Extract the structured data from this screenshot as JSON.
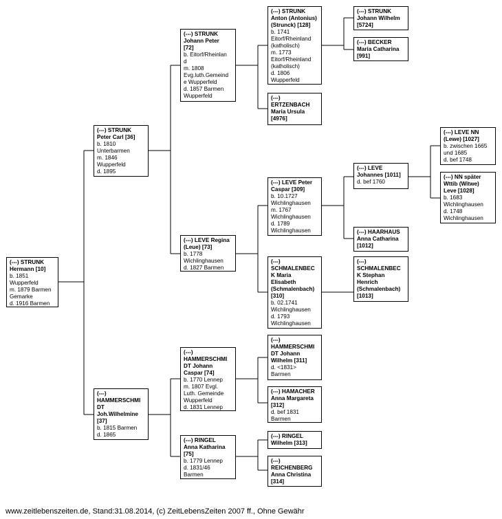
{
  "people": {
    "p1": {
      "name": "(---) STRUNK\nHermann [10]",
      "detail": "b. 1851\nWupperfeld\nm. 1879 Barmen\nGemarke\nd. 1916 Barmen"
    },
    "p2": {
      "name": "(---) STRUNK\nPeter Carl [36]",
      "detail": "b. 1810\nUnterbarmen\nm. 1846\nWupperfeld\nd. 1895"
    },
    "p3": {
      "name": "(---)\nHAMMERSCHMI\nDT\nJoh.Wilhelmine\n[37]",
      "detail": "b. 1815 Barmen\nd. 1865"
    },
    "p4": {
      "name": "(---) STRUNK\nJohann Peter\n[72]",
      "detail": "b.  Eitorf/Rheinlan\nd\nm. 1808\nEvg.luth.Gemeind\ne Wupperfeld\nd. 1857 Barmen\nWupperfeld"
    },
    "p5": {
      "name": "(---) LEVE Regina\n(Leue) [73]",
      "detail": "b. 1778\nWichlinghausen\nd. 1827 Barmen"
    },
    "p6": {
      "name": "(---)\nHAMMERSCHMI\nDT Johann\nCaspar [74]",
      "detail": "b. 1770 Lennep\nm. 1807 Evgl.\nLuth. Gemeinde\nWupperfeld\nd. 1831 Lennep"
    },
    "p7": {
      "name": "(---) RINGEL\nAnna Katharina\n[75]",
      "detail": "b. 1779 Lennep\nd. 1831/46\nBarmen"
    },
    "p8": {
      "name": "(---) STRUNK\nAnton (Antonius)\n(Strunck) [128]",
      "detail": "b. 1741\nEitorf/Rheinland\n(katholisch)\nm. 1773\nEitorf/Rheinland\n(katholisch)\nd. 1806\nWupperfeld"
    },
    "p9": {
      "name": "(---)\nERTZENBACH\nMaria Ursula\n[4976]",
      "detail": ""
    },
    "p10": {
      "name": "(---) LEVE Peter\nCaspar [309]",
      "detail": "b. 10.1727\nWichlinghausen\nm. 1767\nWichlinghausen\nd. 1789\nWichlinghausen"
    },
    "p11": {
      "name": "(---)\nSCHMALENBEC\nK Maria\nElisabeth\n(Schmalenbach)\n[310]",
      "detail": "b. 02.1741\nWichlinghausen\nd. 1793\nWichlinghausen"
    },
    "p12": {
      "name": "(---)\nHAMMERSCHMI\nDT Johann\nWilhelm [311]",
      "detail": "d. <1831>\nBarmen"
    },
    "p13": {
      "name": "(---) HAMACHER\nAnna Margareta\n[312]",
      "detail": "d. bef 1831\nBarmen"
    },
    "p14": {
      "name": "(---) RINGEL\nWilhelm [313]",
      "detail": ""
    },
    "p15": {
      "name": "(---)\nREICHENBERG\nAnna Christina\n[314]",
      "detail": ""
    },
    "p16": {
      "name": "(---) STRUNK\nJohann Wilhelm\n[5724]",
      "detail": ""
    },
    "p17": {
      "name": "(---) BECKER\nMaria Catharina\n[991]",
      "detail": ""
    },
    "p20": {
      "name": "(---) LEVE\nJohannes [1011]",
      "detail": "d. bef 1760"
    },
    "p21": {
      "name": "(---) HAARHAUS\nAnna Catharina\n[1012]",
      "detail": ""
    },
    "p22": {
      "name": "(---)\nSCHMALENBEC\nK Stephan\nHenrich\n(Schmalenbach)\n[1013]",
      "detail": ""
    },
    "p40": {
      "name": "(---) LEVE NN\n(Lewe) [1027]",
      "detail": "b. zwischen 1665\nund 1685\nd. bef 1748"
    },
    "p41": {
      "name": "(---) NN später\nWttib (Witwe)\nLeve [1028]",
      "detail": "b. 1683\nWichlinghausen\nd. 1748\nWichlinghausen"
    }
  },
  "footer": "www.zeitlebenszeiten.de, Stand:31.08.2014, (c) ZeitLebensZeiten 2007 ff., Ohne Gewähr"
}
